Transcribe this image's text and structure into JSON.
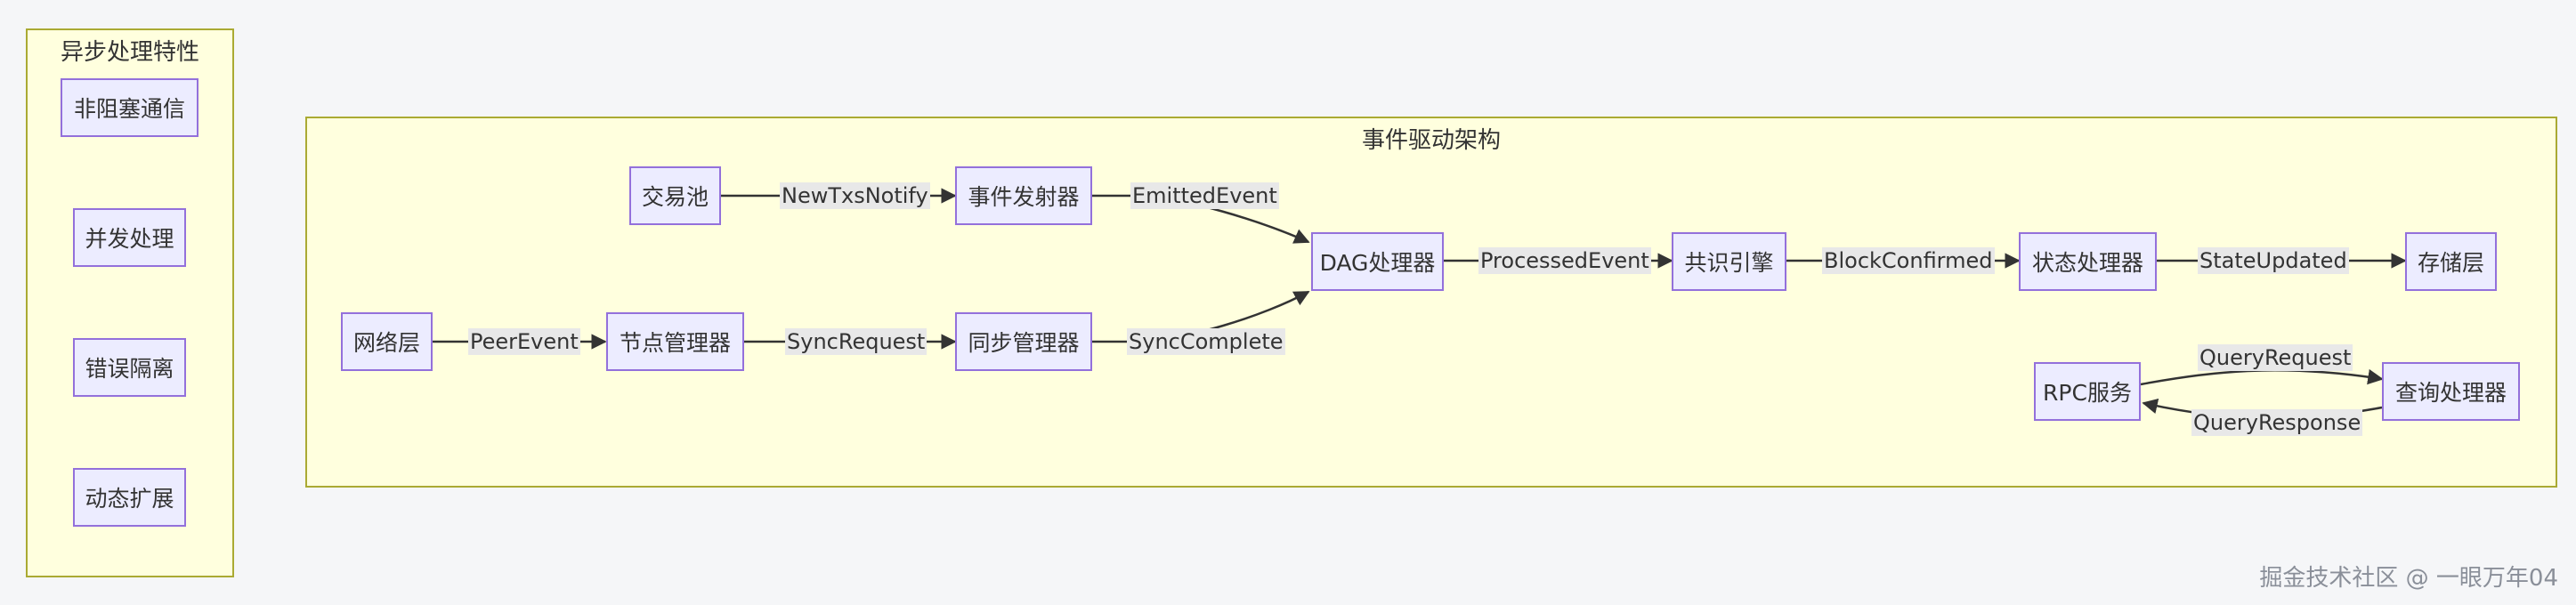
{
  "clusters": {
    "async": {
      "title": "异步处理特性"
    },
    "event": {
      "title": "事件驱动架构"
    }
  },
  "nodes": {
    "nonblocking": "非阻塞通信",
    "concurrent": "并发处理",
    "error_isolation": "错误隔离",
    "dynamic_scale": "动态扩展",
    "txpool": "交易池",
    "emitter": "事件发射器",
    "dag": "DAG处理器",
    "consensus": "共识引擎",
    "state": "状态处理器",
    "storage": "存储层",
    "network": "网络层",
    "peer_mgr": "节点管理器",
    "sync_mgr": "同步管理器",
    "rpc": "RPC服务",
    "query": "查询处理器"
  },
  "edges": {
    "new_txs": "NewTxsNotify",
    "emitted": "EmittedEvent",
    "processed": "ProcessedEvent",
    "block_confirmed": "BlockConfirmed",
    "state_updated": "StateUpdated",
    "peer_event": "PeerEvent",
    "sync_request": "SyncRequest",
    "sync_complete": "SyncComplete",
    "query_request": "QueryRequest",
    "query_response": "QueryResponse"
  },
  "watermark": "掘金技术社区 @ 一眼万年04",
  "colors": {
    "cluster_fill": "#ffffde",
    "cluster_border": "#aaaa33",
    "node_fill": "#ececff",
    "node_border": "#9370db",
    "edge": "#333333"
  }
}
